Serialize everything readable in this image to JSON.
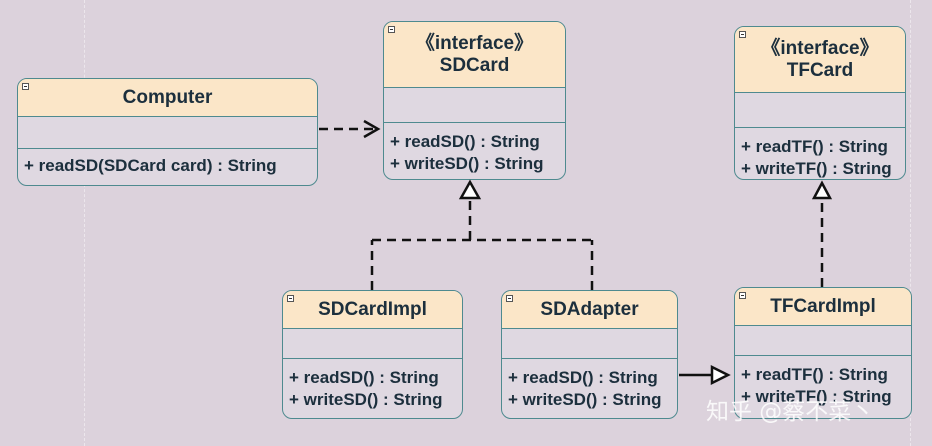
{
  "classes": {
    "computer": {
      "name": "Computer",
      "methods": [
        "+ readSD(SDCard card) : String"
      ]
    },
    "sdcard": {
      "stereotype": "《interface》",
      "name": "SDCard",
      "methods": [
        "+ readSD() : String",
        "+ writeSD() : String"
      ]
    },
    "tfcard": {
      "stereotype": "《interface》",
      "name": "TFCard",
      "methods": [
        "+ readTF() : String",
        "+ writeTF() : String"
      ]
    },
    "sdcardimpl": {
      "name": "SDCardImpl",
      "methods": [
        "+ readSD() : String",
        "+ writeSD() : String"
      ]
    },
    "sdadapter": {
      "name": "SDAdapter",
      "methods": [
        "+ readSD() : String",
        "+ writeSD() : String"
      ]
    },
    "tfcardimpl": {
      "name": "TFCardImpl",
      "methods": [
        "+ readTF() : String",
        "+ writeTF() : String"
      ]
    }
  },
  "relations": [
    {
      "type": "dependency",
      "from": "Computer",
      "to": "SDCard"
    },
    {
      "type": "realization",
      "from": "SDCardImpl",
      "to": "SDCard"
    },
    {
      "type": "realization",
      "from": "SDAdapter",
      "to": "SDCard"
    },
    {
      "type": "realization",
      "from": "TFCardImpl",
      "to": "TFCard"
    },
    {
      "type": "association",
      "from": "SDAdapter",
      "to": "TFCardImpl"
    }
  ],
  "watermark": "知乎 @蔡不菜丶",
  "colors": {
    "background": "#dcd2dc",
    "header": "#fbe6c8",
    "border": "#4e8a8f",
    "text": "#1c2f3d"
  }
}
